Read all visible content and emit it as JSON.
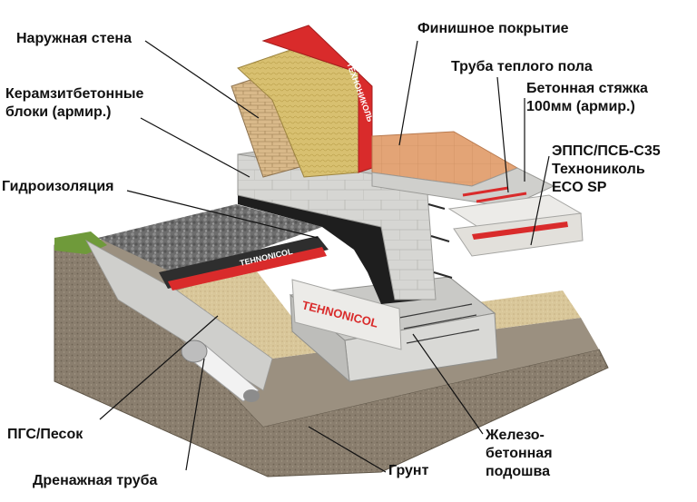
{
  "labels": {
    "outer_wall": "Наружная стена",
    "blocks_line1": "Керамзитбетонные",
    "blocks_line2": "блоки (армир.)",
    "waterproofing": "Гидроизоляция",
    "finish": "Финишное покрытие",
    "floor_pipe": "Труба теплого пола",
    "screed_line1": "Бетонная стяжка",
    "screed_line2": "100мм (армир.)",
    "insulation_line1": "ЭППС/ПСБ-С35",
    "insulation_line2": "Технониколь",
    "insulation_line3": "ECO SP",
    "sand": "ПГС/Песок",
    "drain": "Дренажная труба",
    "soil": "Грунт",
    "footing_line1": "Железо-",
    "footing_line2": "бетонная",
    "footing_line3": "подошва"
  },
  "brand_text": {
    "footing_board": "TEHNONICOL",
    "membrane": "TEHNONICOL",
    "wall_membrane": "ТЕХНОНИКОЛЬ"
  },
  "colors": {
    "soil": "#8a7e6e",
    "sand": "#d9c79a",
    "concrete": "#d6d6d3",
    "insulation": "#e8e4df",
    "brand_red": "#d92b2b",
    "brick": "#d9b98a",
    "wool": "#d8c070",
    "tile": "#e3a476"
  }
}
